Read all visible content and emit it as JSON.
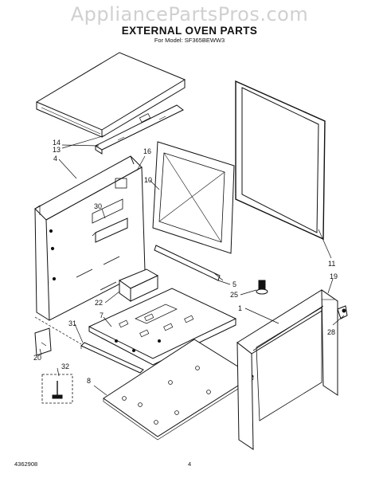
{
  "watermark": "AppliancePartsPros.com",
  "title": "EXTERNAL OVEN PARTS",
  "subtitle": "For Model: SF365BEWW3",
  "footer": {
    "doc_number": "4362908",
    "page_number": "4"
  },
  "callouts": {
    "c14": "14",
    "c13": "13",
    "c4": "4",
    "c16": "16",
    "c10": "10",
    "c30": "30",
    "c11": "11",
    "c5": "5",
    "c25": "25",
    "c22": "22",
    "c19": "19",
    "c1": "1",
    "c7": "7",
    "c31": "31",
    "c28": "28",
    "c20": "20",
    "c32": "32",
    "c8": "8"
  }
}
